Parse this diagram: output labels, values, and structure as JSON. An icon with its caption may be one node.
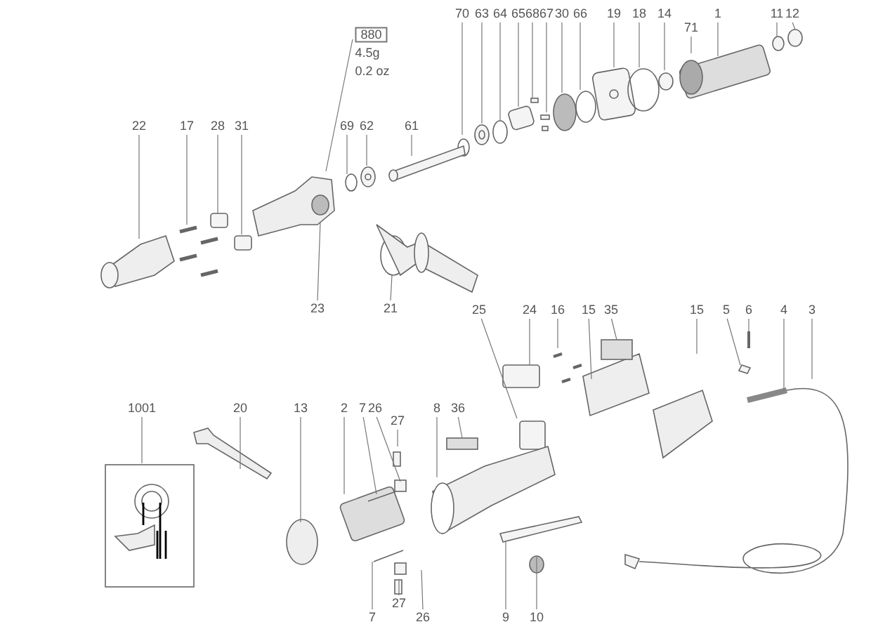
{
  "diagram": {
    "nodes": [
      {
        "text": [
          "70"
        ]
      },
      {
        "text": [
          "63"
        ]
      },
      {
        "text": [
          "64"
        ]
      },
      {
        "text": [
          "65"
        ]
      },
      {
        "text": [
          "68"
        ]
      },
      {
        "text": [
          "67"
        ]
      },
      {
        "text": [
          "30"
        ]
      },
      {
        "text": [
          "66"
        ]
      },
      {
        "text": [
          "19"
        ]
      },
      {
        "text": [
          "18"
        ]
      },
      {
        "text": [
          "14"
        ]
      },
      {
        "text": [
          "1"
        ]
      },
      {
        "text": [
          "71"
        ]
      },
      {
        "text": [
          "11"
        ]
      },
      {
        "text": [
          "12"
        ]
      },
      {
        "text": [
          "880"
        ],
        "beside": [
          "4.5g",
          "0.2 oz"
        ]
      },
      {
        "text": [
          "22"
        ]
      },
      {
        "text": [
          "17"
        ]
      },
      {
        "text": [
          "28"
        ]
      },
      {
        "text": [
          "31"
        ]
      },
      {
        "text": [
          "69"
        ]
      },
      {
        "text": [
          "62"
        ]
      },
      {
        "text": [
          "61"
        ]
      },
      {
        "text": [
          "23"
        ]
      },
      {
        "text": [
          "21"
        ]
      },
      {
        "text": [
          "25"
        ]
      },
      {
        "text": [
          "24"
        ]
      },
      {
        "text": [
          "16"
        ]
      },
      {
        "text": [
          "15"
        ]
      },
      {
        "text": [
          "35"
        ]
      },
      {
        "text": [
          "15"
        ]
      },
      {
        "text": [
          "5"
        ]
      },
      {
        "text": [
          "6"
        ]
      },
      {
        "text": [
          "4"
        ]
      },
      {
        "text": [
          "3"
        ]
      },
      {
        "text": [
          "1001"
        ]
      },
      {
        "text": [
          "20"
        ]
      },
      {
        "text": [
          "13"
        ]
      },
      {
        "text": [
          "2"
        ]
      },
      {
        "text": [
          "7"
        ]
      },
      {
        "text": [
          "26"
        ]
      },
      {
        "text": [
          "27"
        ]
      },
      {
        "text": [
          "8"
        ]
      },
      {
        "text": [
          "36"
        ]
      },
      {
        "text": [
          "27"
        ]
      },
      {
        "text": [
          "7"
        ]
      },
      {
        "text": [
          "26"
        ]
      },
      {
        "text": [
          "9"
        ]
      },
      {
        "text": [
          "10"
        ]
      },
      {
        "text": [],
        "shape": "circle"
      },
      {
        "text": [],
        "shape": "box"
      },
      {
        "text": [],
        "shape": "box"
      }
    ],
    "edges": [
      {
        "from": 0,
        "to": null,
        "arrow": "none"
      },
      {
        "from": 1,
        "to": null,
        "arrow": "none"
      },
      {
        "from": 2,
        "to": null,
        "arrow": "none"
      },
      {
        "from": 3,
        "to": null,
        "arrow": "none"
      },
      {
        "from": 4,
        "to": null,
        "arrow": "none"
      },
      {
        "from": 5,
        "to": null,
        "arrow": "none"
      },
      {
        "from": 6,
        "to": null,
        "arrow": "none"
      },
      {
        "from": 7,
        "to": null,
        "arrow": "none"
      },
      {
        "from": 8,
        "to": null,
        "arrow": "none"
      },
      {
        "from": 9,
        "to": null,
        "arrow": "none"
      },
      {
        "from": 10,
        "to": null,
        "arrow": "none"
      },
      {
        "from": 11,
        "to": null,
        "arrow": "none"
      },
      {
        "from": 12,
        "to": null,
        "arrow": "none"
      },
      {
        "from": 13,
        "to": null,
        "arrow": "none"
      },
      {
        "from": 14,
        "to": 49,
        "arrow": "none"
      },
      {
        "from": 15,
        "to": null,
        "arrow": "none"
      },
      {
        "from": 16,
        "to": null,
        "arrow": "none"
      },
      {
        "from": 17,
        "to": null,
        "arrow": "none"
      },
      {
        "from": 18,
        "to": null,
        "arrow": "none"
      },
      {
        "from": 19,
        "to": null,
        "arrow": "none"
      },
      {
        "from": 20,
        "to": null,
        "arrow": "none"
      },
      {
        "from": 21,
        "to": null,
        "arrow": "none"
      },
      {
        "from": 22,
        "to": null,
        "arrow": "none"
      },
      {
        "from": 23,
        "to": null,
        "arrow": "none"
      },
      {
        "from": 24,
        "to": null,
        "arrow": "none"
      },
      {
        "from": 25,
        "to": null,
        "arrow": "none"
      },
      {
        "from": 26,
        "to": null,
        "arrow": "none"
      },
      {
        "from": 27,
        "to": null,
        "arrow": "none"
      },
      {
        "from": 28,
        "to": null,
        "arrow": "none"
      },
      {
        "from": 29,
        "to": 50,
        "arrow": "none"
      },
      {
        "from": 30,
        "to": null,
        "arrow": "none"
      },
      {
        "from": 31,
        "to": null,
        "arrow": "none"
      },
      {
        "from": 32,
        "to": null,
        "arrow": "none"
      },
      {
        "from": 33,
        "to": null,
        "arrow": "none"
      },
      {
        "from": 34,
        "to": null,
        "arrow": "none"
      },
      {
        "from": 35,
        "to": null,
        "arrow": "none"
      },
      {
        "from": 36,
        "to": null,
        "arrow": "none"
      },
      {
        "from": 37,
        "to": null,
        "arrow": "none"
      },
      {
        "from": 38,
        "to": null,
        "arrow": "none"
      },
      {
        "from": 39,
        "to": null,
        "arrow": "none"
      },
      {
        "from": 40,
        "to": null,
        "arrow": "none"
      },
      {
        "from": 41,
        "to": null,
        "arrow": "none"
      },
      {
        "from": 42,
        "to": null,
        "arrow": "none"
      },
      {
        "from": 43,
        "to": 51,
        "arrow": "none"
      },
      {
        "from": 44,
        "to": null,
        "arrow": "none"
      },
      {
        "from": 45,
        "to": null,
        "arrow": "none"
      },
      {
        "from": 46,
        "to": null,
        "arrow": "none"
      },
      {
        "from": 47,
        "to": null,
        "arrow": "none"
      },
      {
        "from": 48,
        "to": null,
        "arrow": "none"
      }
    ]
  }
}
